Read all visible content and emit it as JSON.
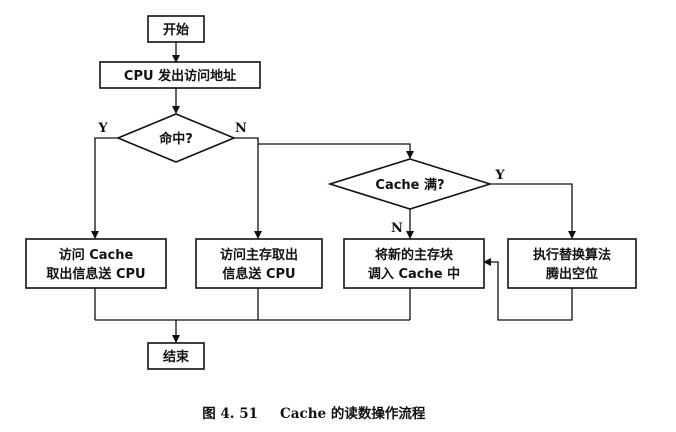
{
  "nodes": {
    "start": "开始",
    "issue": "CPU 发出访问地址",
    "hit": "命中?",
    "full": "Cache 满?",
    "read_cache_1": "访问 Cache",
    "read_cache_2": "取出信息送 CPU",
    "read_mem_1": "访问主存取出",
    "read_mem_2": "信息送 CPU",
    "load_1": "将新的主存块",
    "load_2": "调入 Cache 中",
    "replace_1": "执行替换算法",
    "replace_2": "腾出空位",
    "end": "结束"
  },
  "branches": {
    "hit_yes": "Y",
    "hit_no": "N",
    "full_yes": "Y",
    "full_no": "N"
  },
  "caption": {
    "number": "图 4. 51",
    "title": "Cache 的读数操作流程"
  }
}
